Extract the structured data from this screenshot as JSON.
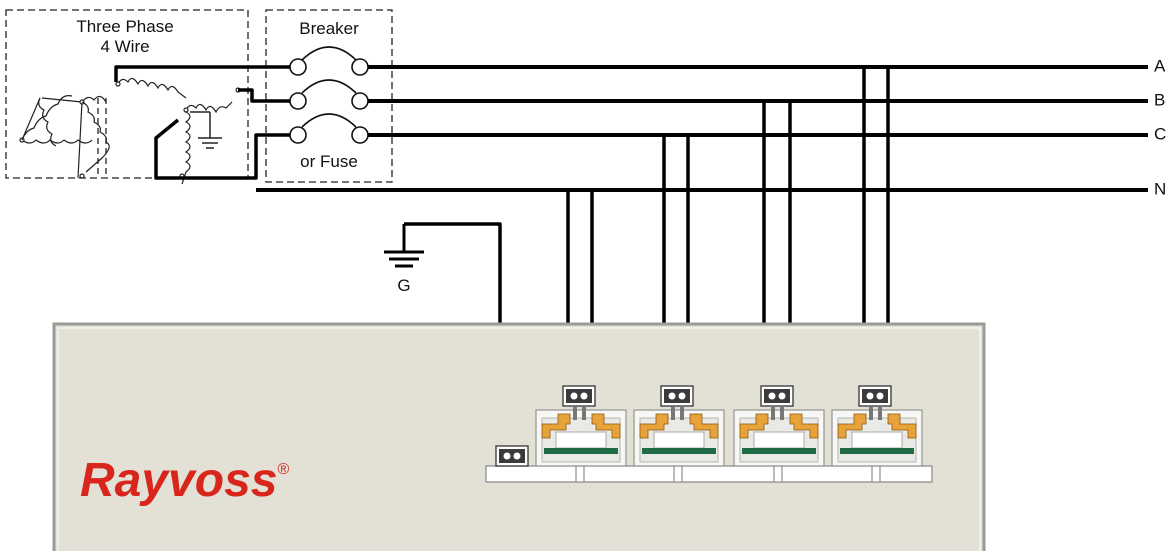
{
  "transformer": {
    "title_line1": "Three Phase",
    "title_line2": "4 Wire"
  },
  "protection": {
    "top": "Breaker",
    "bottom": "or Fuse"
  },
  "lines": {
    "a": "A",
    "b": "B",
    "c": "C",
    "n": "N"
  },
  "ground": {
    "label": "G"
  },
  "brand": {
    "name": "Rayvoss",
    "mark": "®"
  },
  "colors": {
    "panel": "#e3e1d6",
    "panel_border": "#9a9a96",
    "wire": "#000000",
    "logo": "#d9261c",
    "module_orange": "#e8a23a",
    "module_green": "#1e6b46"
  }
}
